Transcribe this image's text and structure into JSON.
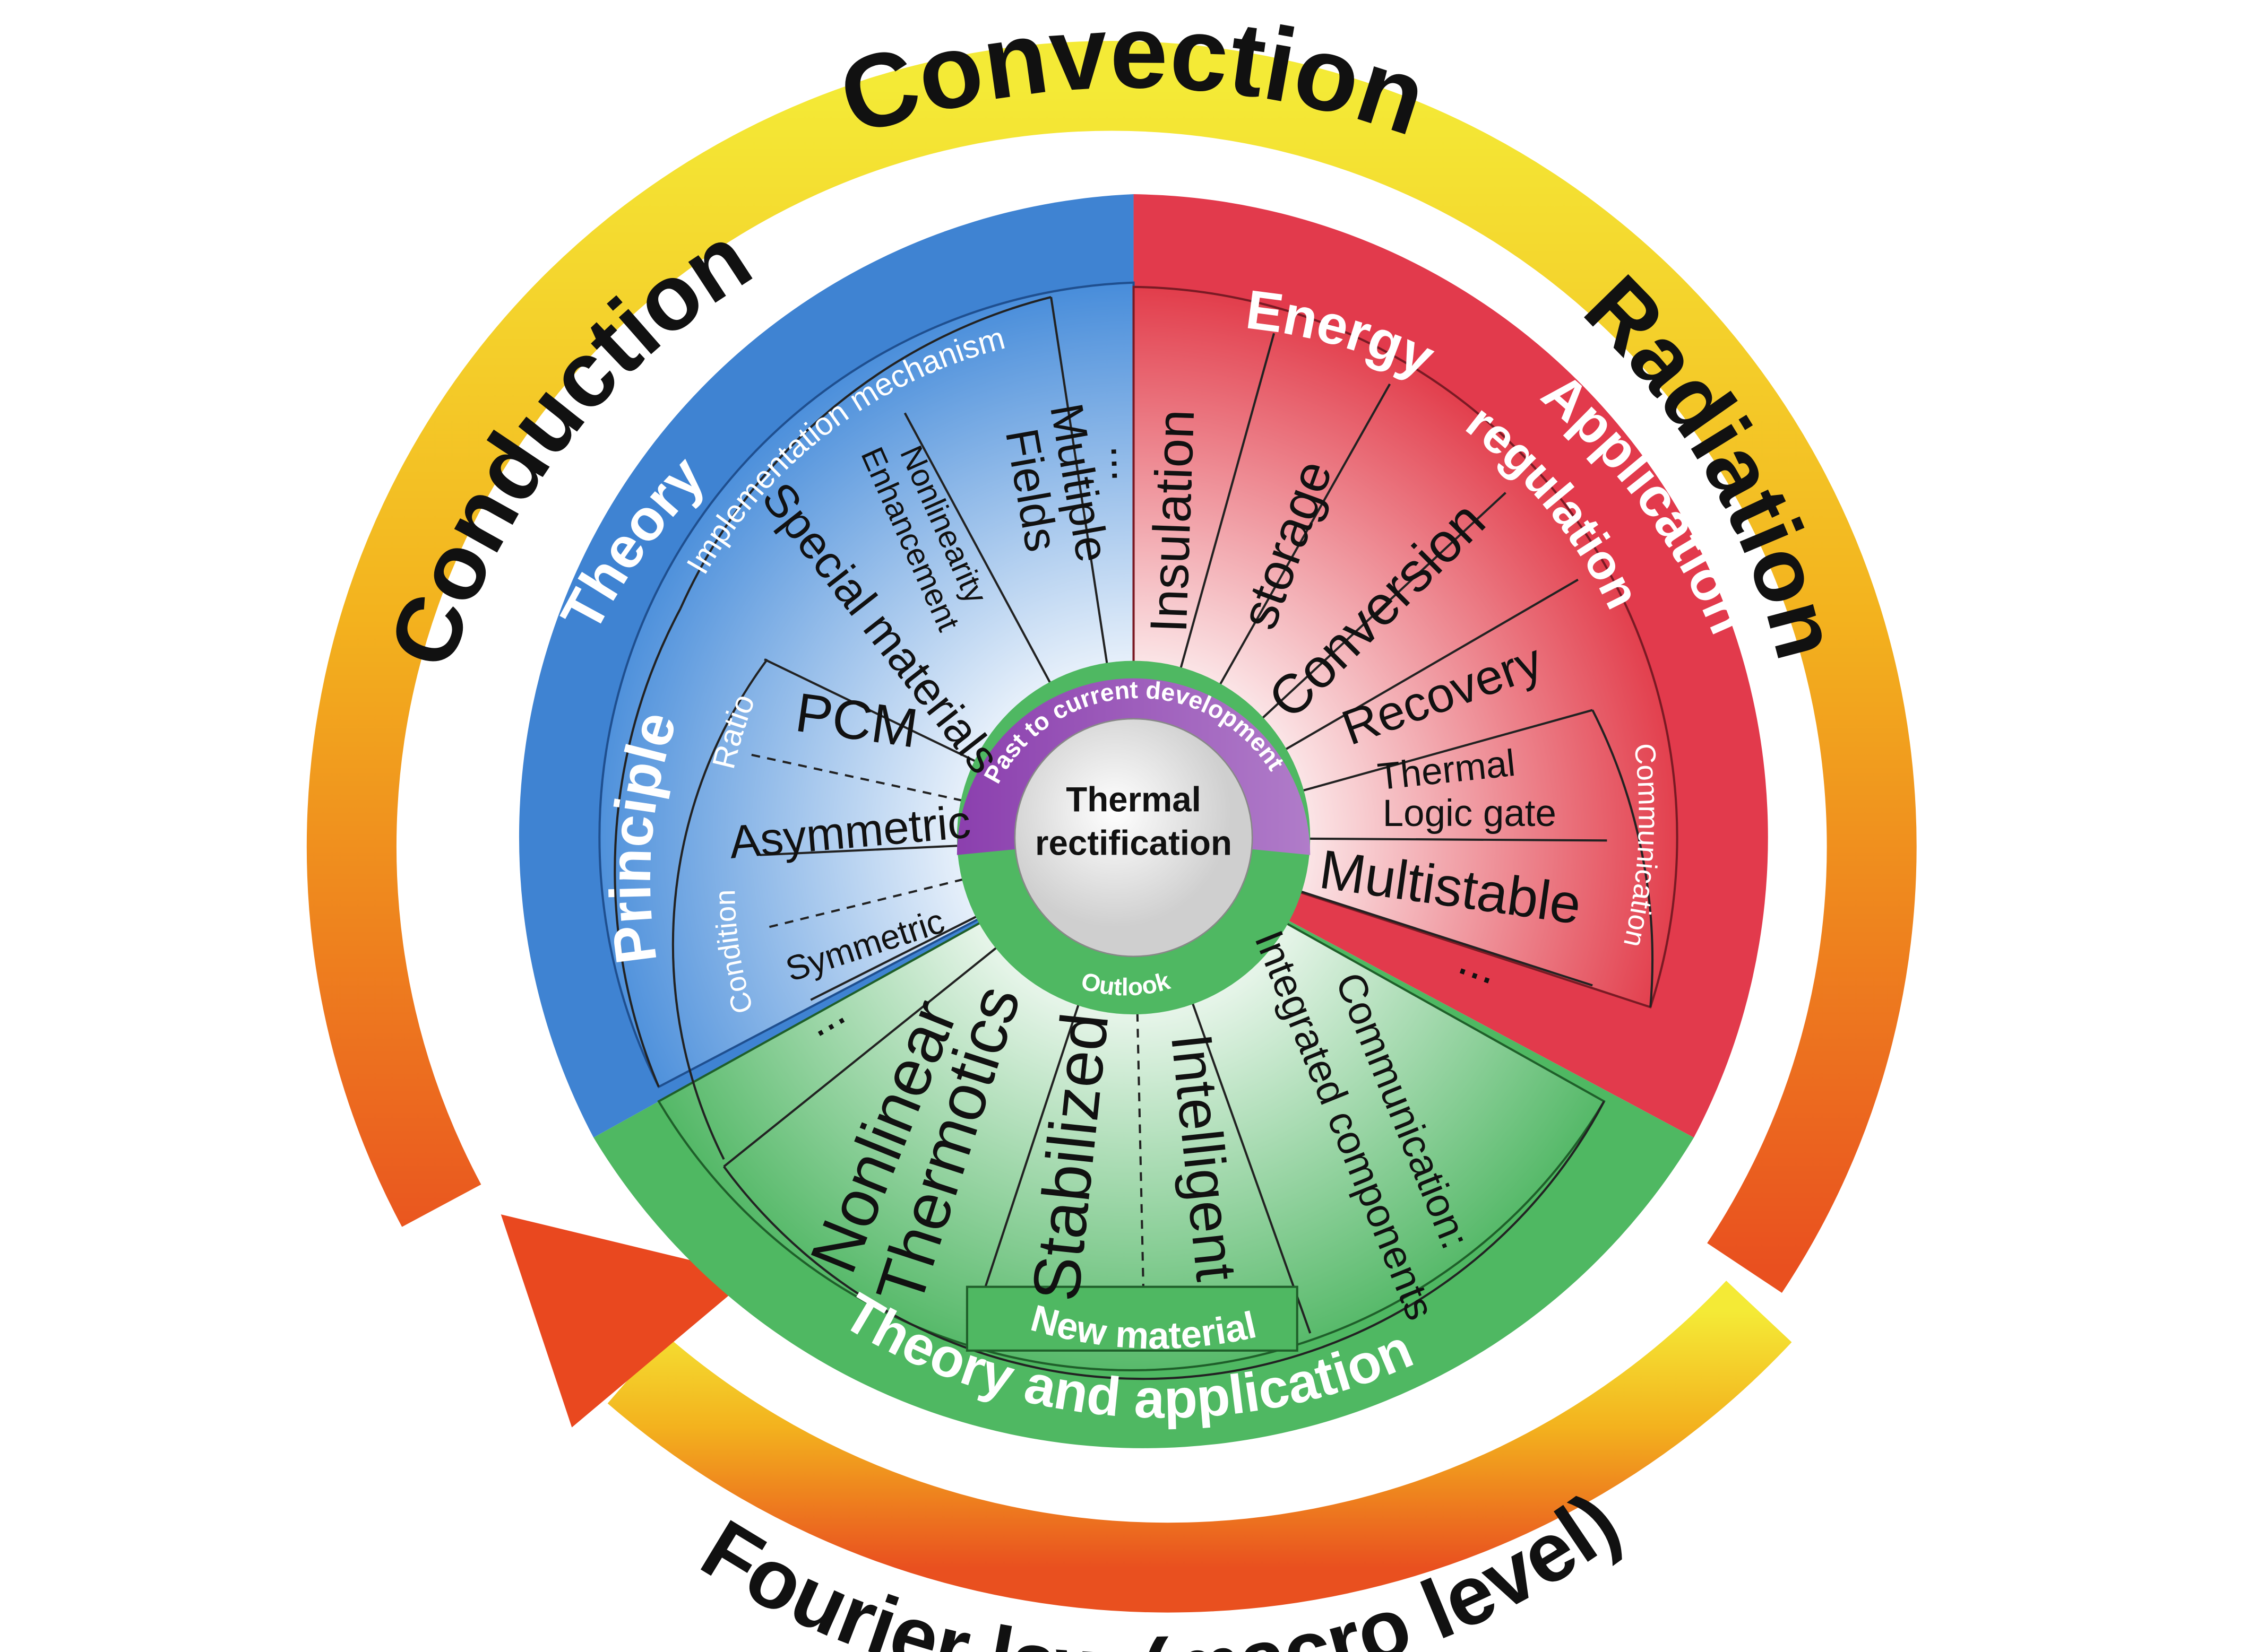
{
  "outer_ring": {
    "conduction": "Conduction",
    "convection": "Convection",
    "radiation": "Radiation",
    "fourier": "Fourier  law  (macro level)"
  },
  "center": {
    "line1": "Thermal",
    "line2": "rectification",
    "past": "Past to current development",
    "outlook": "Outlook"
  },
  "theory": {
    "title": "Theory",
    "implementation": "Implementation mechanism",
    "special_materials": "Special materials",
    "nonlinearity_1": "Nonlinearity",
    "nonlinearity_2": "Enhancement",
    "multiple_1": "Multiple",
    "multiple_2": "Fields",
    "ellipsis": "...",
    "principle": "Principle",
    "ratio": "Ratio",
    "condition": "Condition",
    "pcm": "PCM",
    "asymmetric": "Asymmetric",
    "symmetric": "Symmetric",
    "ellipsis2": "..."
  },
  "application": {
    "title": "Application",
    "energy_regulation_1": "Energy",
    "energy_regulation_2": "regulation",
    "insulation": "Insulation",
    "storage": "storage",
    "conversion": "Conversion",
    "recovery": "Recovery",
    "communication": "Communication",
    "thermal_logic_1": "Thermal",
    "thermal_logic_2": "Logic  gate",
    "multistable": "Multistable",
    "ellipsis": "..."
  },
  "outlook": {
    "title": "Theory and application",
    "nonlinear_1": "Nonlinear",
    "nonlinear_2": "Thermotics",
    "stabilized": "Stabilized",
    "intelligent": "Intelligent",
    "new_material": "New material",
    "comm_1": "Communication:",
    "comm_2": "Integrated components",
    "ellipsis": "..."
  },
  "colors": {
    "blue": "#3f85d6",
    "red": "#e23a4b",
    "green": "#4fb862",
    "purple": "#8c4ab0",
    "ring_top": "#f2e63a",
    "ring_bottom": "#e9501f"
  }
}
